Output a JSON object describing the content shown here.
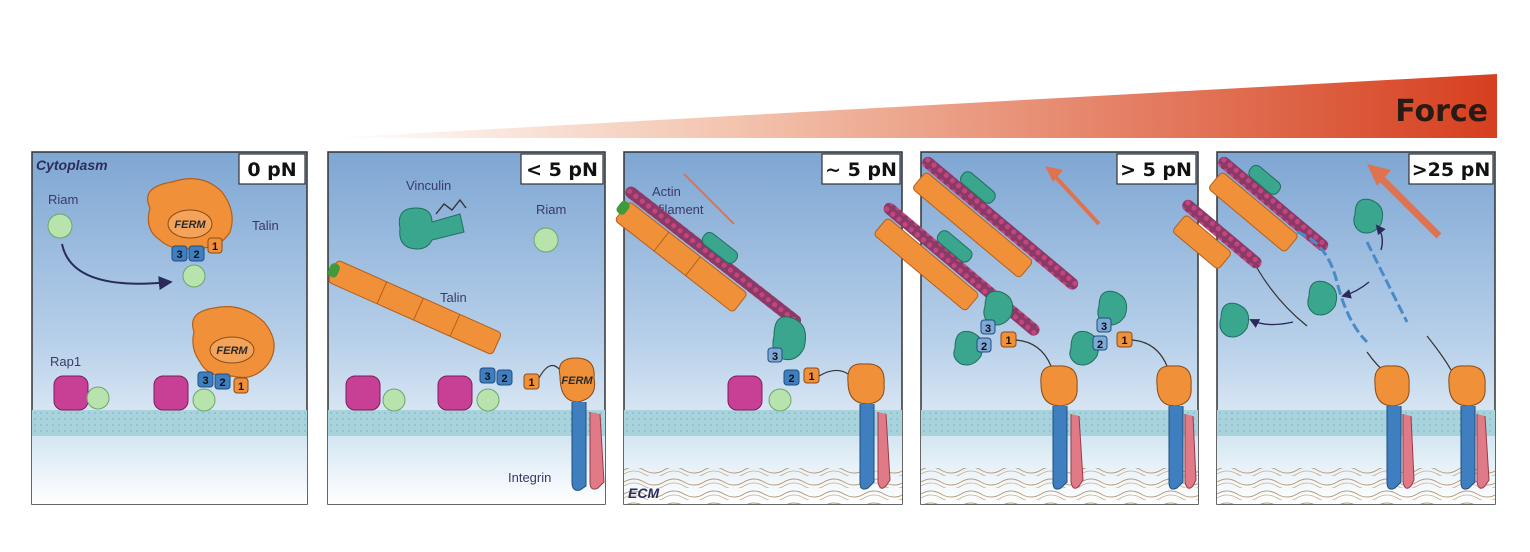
{
  "force_label": "Force",
  "panels": [
    {
      "force": "0 pN",
      "cytoplasm": "Cytoplasm",
      "riam": "Riam",
      "talin": "Talin",
      "rap1": "Rap1",
      "ferm_a": "FERM",
      "ferm_b": "FERM",
      "d3": "3",
      "d2": "2",
      "d1": "1",
      "e3": "3",
      "e2": "2",
      "e1": "1"
    },
    {
      "force": "< 5 pN",
      "vinculin": "Vinculin",
      "riam": "Riam",
      "talin": "Talin",
      "integrin": "Integrin",
      "ferm": "FERM",
      "d3": "3",
      "d2": "2",
      "d1": "1"
    },
    {
      "force": "~ 5 pN",
      "actin": "Actin",
      "filament": "filament",
      "ecm": "ECM",
      "d3": "3",
      "d2": "2",
      "d1": "1"
    },
    {
      "force": "> 5 pN",
      "a3": "3",
      "a2": "2",
      "a1": "1",
      "b3": "3",
      "b2": "2",
      "b1": "1"
    },
    {
      "force": ">25 pN"
    }
  ],
  "colors": {
    "orange": "#f0913a",
    "teal": "#3aa68e",
    "blue_domain": "#3f7fc0",
    "magenta": "#c83f96",
    "light_green": "#b8e3ad",
    "force_red": "#d94424",
    "sky_top": "#7fa7d4",
    "membrane": "#a9d4dc"
  }
}
